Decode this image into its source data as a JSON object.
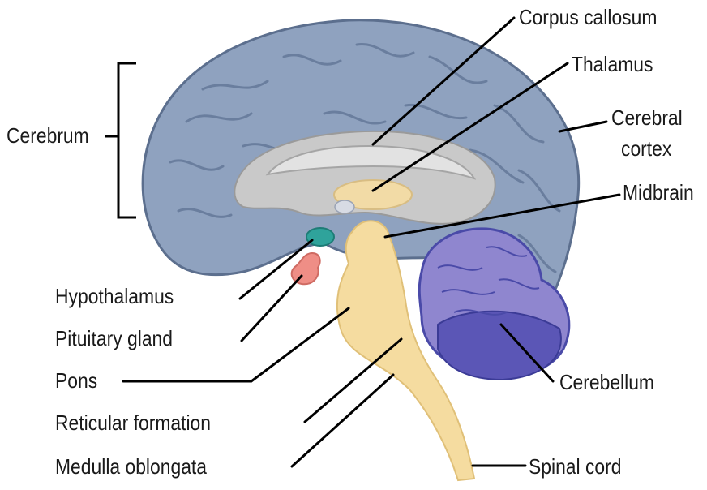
{
  "labels": {
    "corpus_callosum": "Corpus callosum",
    "thalamus": "Thalamus",
    "cerebral_cortex_line1": "Cerebral",
    "cerebral_cortex_line2": "cortex",
    "midbrain": "Midbrain",
    "cerebrum": "Cerebrum",
    "hypothalamus": "Hypothalamus",
    "pituitary_gland": "Pituitary gland",
    "pons": "Pons",
    "reticular_formation": "Reticular formation",
    "medulla_oblongata": "Medulla oblongata",
    "cerebellum": "Cerebellum",
    "spinal_cord": "Spinal cord"
  },
  "colors": {
    "cortex": "#8fa2bf",
    "cortex_outline": "#5c6f8e",
    "inner_gray": "#bdbdbd",
    "brainstem": "#f5dca0",
    "cerebellum": "#8f86cf",
    "cerebellum_dark": "#4a4aa8",
    "hypothalamus": "#2fa39b",
    "pituitary": "#ef8e86",
    "leader_line": "#000000"
  }
}
